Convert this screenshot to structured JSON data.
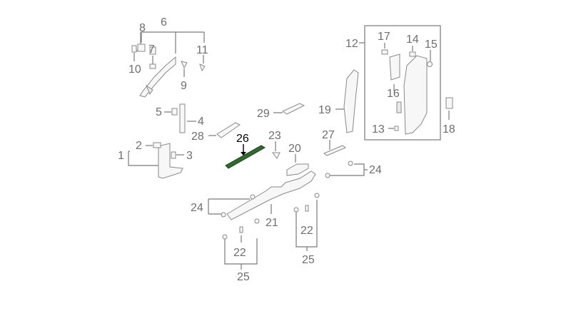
{
  "colors": {
    "line": "#7a7a7a",
    "label": "#6e6e6e",
    "highlight_fill": "#2f6b2f",
    "highlight_label": "#000000"
  },
  "highlighted_part": "26",
  "labels": {
    "n1": "1",
    "n2": "2",
    "n3": "3",
    "n4": "4",
    "n5": "5",
    "n6": "6",
    "n7": "7",
    "n8": "8",
    "n9": "9",
    "n10": "10",
    "n11": "11",
    "n12": "12",
    "n13": "13",
    "n14": "14",
    "n15": "15",
    "n16": "16",
    "n17": "17",
    "n18": "18",
    "n19": "19",
    "n20": "20",
    "n21": "21",
    "n22a": "22",
    "n22b": "22",
    "n23": "23",
    "n24a": "24",
    "n24b": "24",
    "n25a": "25",
    "n25b": "25",
    "n26": "26",
    "n27": "27",
    "n28": "28",
    "n29": "29"
  }
}
